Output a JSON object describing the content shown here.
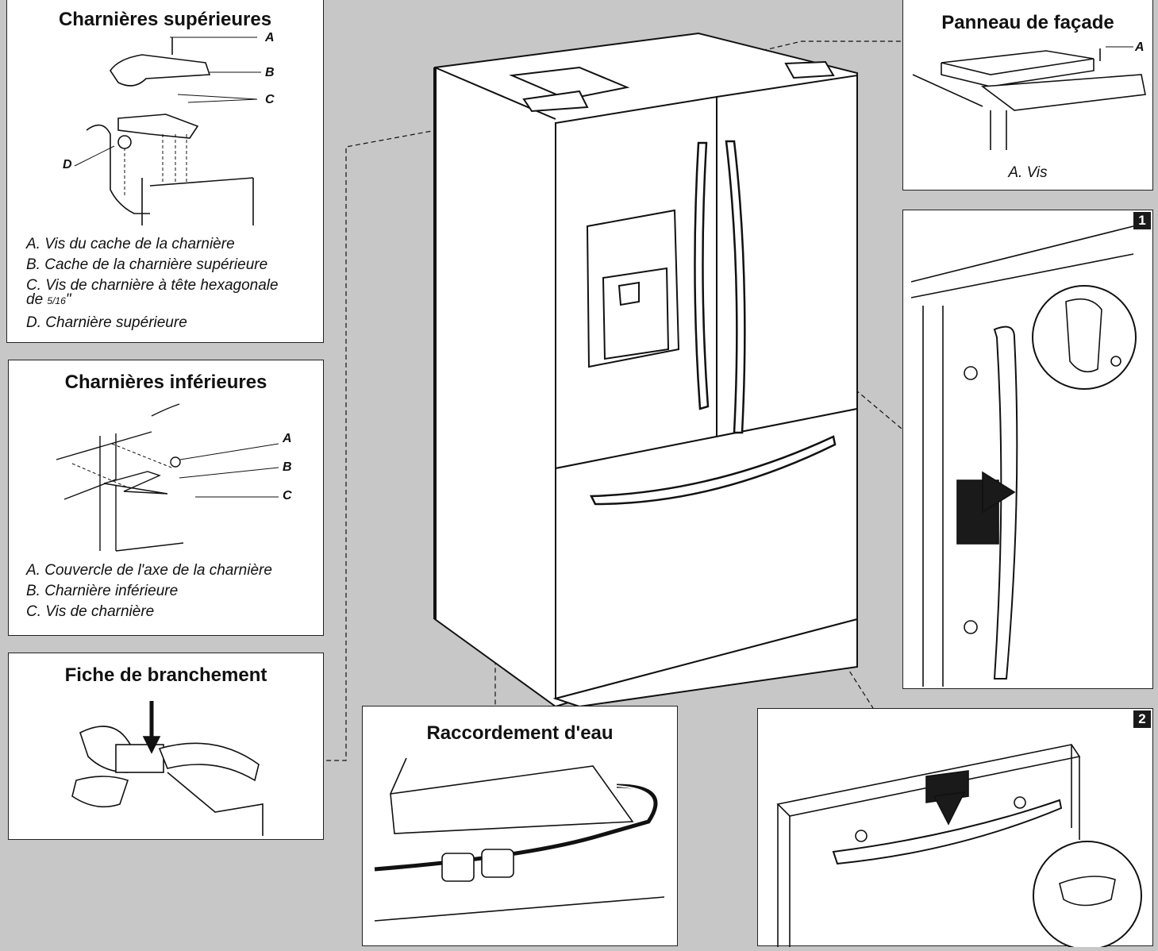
{
  "upper_hinges": {
    "title": "Charnières supérieures",
    "callouts": [
      "A",
      "B",
      "C",
      "D"
    ],
    "legend": [
      "A. Vis du cache de la charnière",
      "B. Cache de la charnière supérieure",
      "C. Vis de charnière à tête hexagonale",
      "D. Charnière supérieure"
    ],
    "legend_c_cont_prefix": "de ",
    "legend_c_fraction": "5/16",
    "legend_c_unit": "\""
  },
  "lower_hinges": {
    "title": "Charnières inférieures",
    "callouts": [
      "A",
      "B",
      "C"
    ],
    "legend": [
      "A. Couvercle de l'axe de la charnière",
      "B. Charnière inférieure",
      "C. Vis de charnière"
    ]
  },
  "plug": {
    "title": "Fiche de branchement"
  },
  "water": {
    "title": "Raccordement d'eau"
  },
  "front_panel": {
    "title": "Panneau de façade",
    "callouts": [
      "A"
    ],
    "legend": [
      "A. Vis"
    ]
  },
  "step1": {
    "badge": "1"
  },
  "step2": {
    "badge": "2"
  },
  "colors": {
    "background": "#c7c7c7",
    "panel": "#ffffff",
    "ink": "#111111"
  }
}
